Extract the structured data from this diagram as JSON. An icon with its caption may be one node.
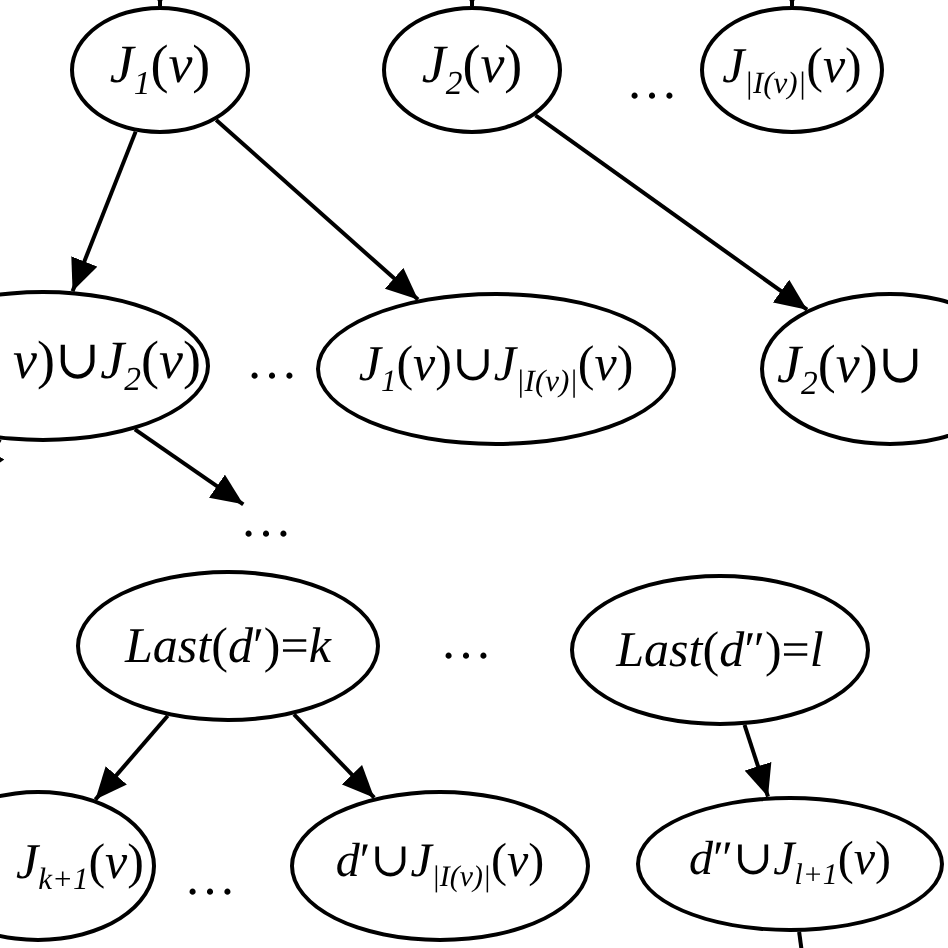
{
  "diagram": {
    "nodes": [
      {
        "text": [
          "*J*$_{1}$(*v*)"
        ]
      },
      {
        "text": [
          "*J*$_{2}$(*v*)"
        ]
      },
      {
        "text": [
          "*J*$_{|I(v)|}$(*v*)"
        ]
      },
      {
        "text": [
          "*v*)∪*J*$_{2}$(*v*)"
        ]
      },
      {
        "text": [
          "*J*$_{1}$(*v*)∪*J*$_{|I(v)|}$(*v*)"
        ]
      },
      {
        "text": [
          "*J*$_{2}$(*v*)∪"
        ]
      },
      {
        "text": [
          "…"
        ]
      },
      {
        "text": [
          "*Last*(*d*′)=*k*"
        ]
      },
      {
        "text": [
          "*Last*(*d*″)=*l*"
        ]
      },
      {
        "text": [
          "*J*$_{k+1}$(*v*)"
        ]
      },
      {
        "text": [
          "*d*′∪*J*$_{|I(v)|}$(*v*)"
        ]
      },
      {
        "text": [
          "*d*″∪*J*$_{l+1}$(*v*)"
        ]
      }
    ],
    "edges": [
      {
        "from": null,
        "to": 0,
        "arrow": "to"
      },
      {
        "from": null,
        "to": 1,
        "arrow": "to"
      },
      {
        "from": null,
        "to": 2,
        "arrow": "to"
      },
      {
        "from": 0,
        "to": 3,
        "arrow": "to"
      },
      {
        "from": 0,
        "to": 4,
        "arrow": "to"
      },
      {
        "from": 1,
        "to": 5,
        "arrow": "to"
      },
      {
        "from": 3,
        "to": null,
        "arrow": "to"
      },
      {
        "from": 3,
        "to": 6,
        "arrow": "to"
      },
      {
        "from": 7,
        "to": 9,
        "arrow": "to"
      },
      {
        "from": 7,
        "to": 10,
        "arrow": "to"
      },
      {
        "from": 8,
        "to": 11,
        "arrow": "to"
      },
      {
        "from": 11,
        "to": null,
        "arrow": "none"
      }
    ],
    "labels": [
      "…",
      "…",
      "…",
      "…"
    ]
  }
}
